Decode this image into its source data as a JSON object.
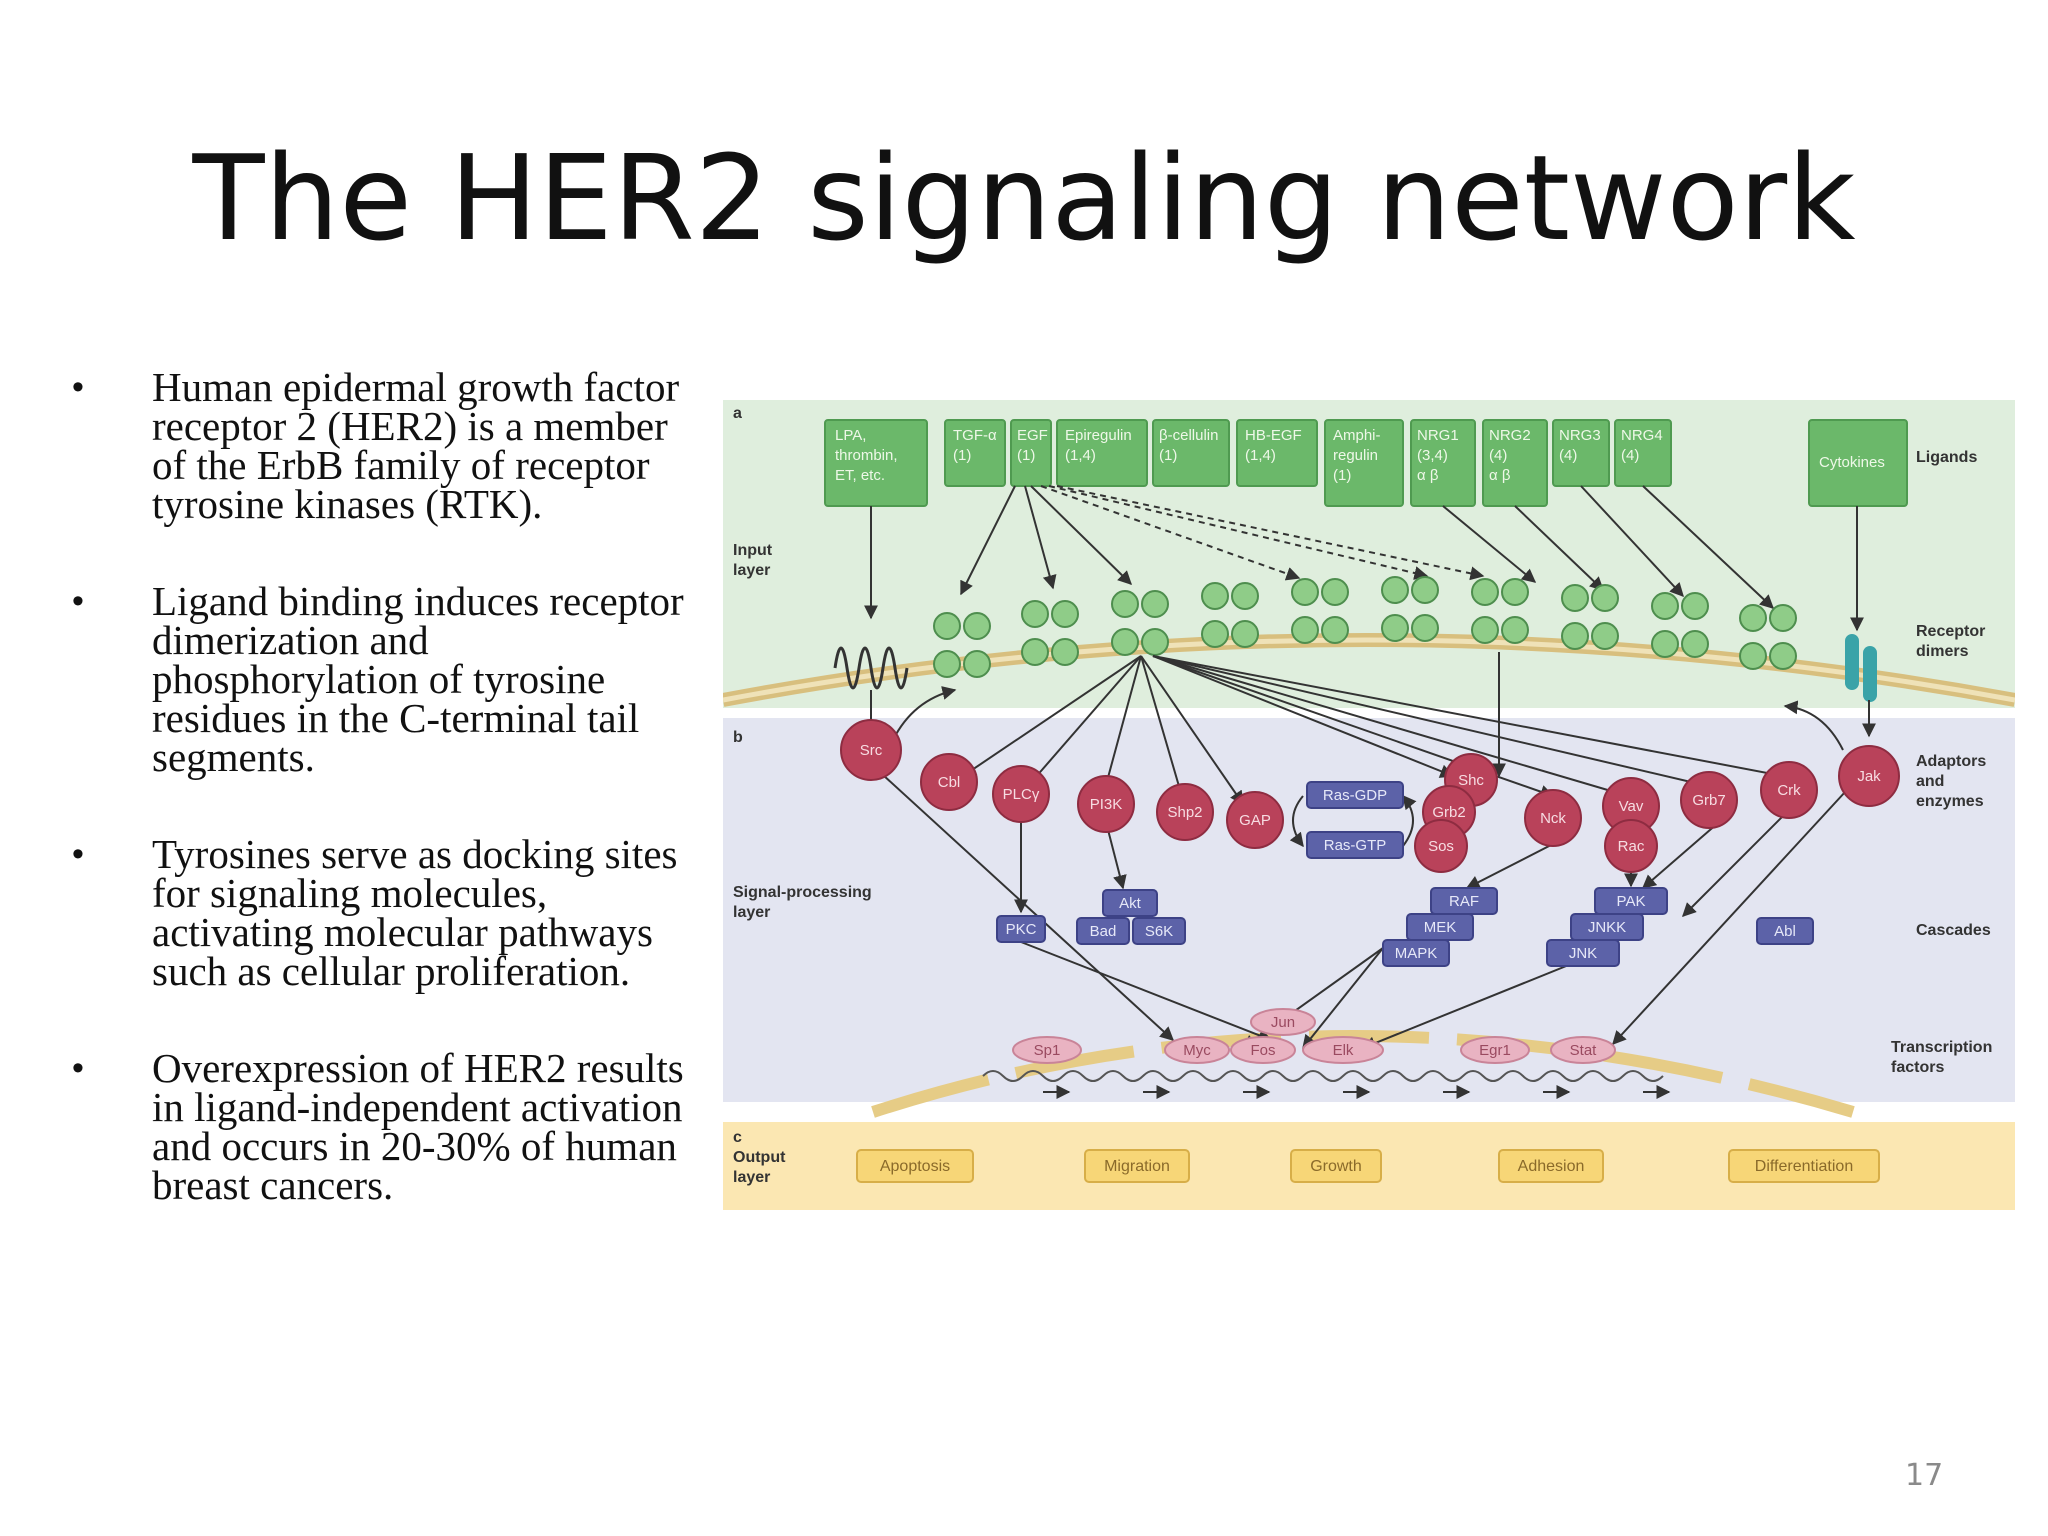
{
  "slide": {
    "title": "The HER2 signaling network",
    "bullets": [
      "Human epidermal growth factor receptor 2 (HER2) is a member of the ErbB family of receptor tyrosine kinases (RTK).",
      "Ligand binding induces receptor dimerization and phosphorylation of tyrosine residues in the C-terminal tail segments.",
      "Tyrosines serve as docking sites for signaling molecules, activating molecular pathways such as cellular proliferation.",
      "Overexpression of HER2 results in ligand-independent activation and occurs in 20-30% of human breast cancers."
    ],
    "bullet_symbol": "•",
    "page_number": "17"
  },
  "diagram": {
    "panel_letters": {
      "a": "a",
      "b": "b",
      "c": "c"
    },
    "layers": {
      "input": [
        "Input",
        "layer"
      ],
      "signal": [
        "Signal-processing",
        "layer"
      ],
      "output": [
        "Output",
        "layer"
      ]
    },
    "side_labels": {
      "ligands": [
        "Ligands"
      ],
      "receptor_dimers": [
        "Receptor",
        "dimers"
      ],
      "adaptors": [
        "Adaptors",
        "and",
        "enzymes"
      ],
      "cascades": [
        "Cascades"
      ],
      "transcription": [
        "Transcription",
        "factors"
      ]
    },
    "ligands": [
      [
        "LPA,",
        "thrombin,",
        "ET, etc."
      ],
      [
        "TGF-α",
        "(1)"
      ],
      [
        "EGF",
        "(1)"
      ],
      [
        "Epiregulin",
        "(1,4)"
      ],
      [
        "β-cellulin",
        "(1)"
      ],
      [
        "HB-EGF",
        "(1,4)"
      ],
      [
        "Amphi-",
        "regulin",
        "(1)"
      ],
      [
        "NRG1",
        "(3,4)",
        "α    β"
      ],
      [
        "NRG2",
        "(4)",
        "α    β"
      ],
      [
        "NRG3",
        "(4)"
      ],
      [
        "NRG4",
        "(4)"
      ],
      [
        "Cytokines"
      ]
    ],
    "adaptors": [
      "Src",
      "Cbl",
      "PLCγ",
      "PI3K",
      "Shp2",
      "GAP",
      "Shc",
      "Grb2",
      "Sos",
      "Nck",
      "Vav",
      "Rac",
      "Grb7",
      "Crk",
      "Jak"
    ],
    "cascades": [
      "Ras-GDP",
      "Ras-GTP",
      "PKC",
      "Akt",
      "Bad",
      "S6K",
      "RAF",
      "MEK",
      "MAPK",
      "PAK",
      "JNKK",
      "JNK",
      "Abl"
    ],
    "transcription_factors": [
      "Jun",
      "Sp1",
      "Myc",
      "Fos",
      "Elk",
      "Egr1",
      "Stat"
    ],
    "outputs": [
      "Apoptosis",
      "Migration",
      "Growth",
      "Adhesion",
      "Differentiation"
    ],
    "colors": {
      "ligand_green": "#6bb86a",
      "input_panel": "#dfeedd",
      "signal_panel": "#e3e5f1",
      "output_panel": "#fbe7b2",
      "adaptor_red": "#b9425a",
      "cascade_blue": "#5c62a8",
      "tf_pink": "#e9b3c2",
      "membrane": "#d8bf7e"
    }
  }
}
